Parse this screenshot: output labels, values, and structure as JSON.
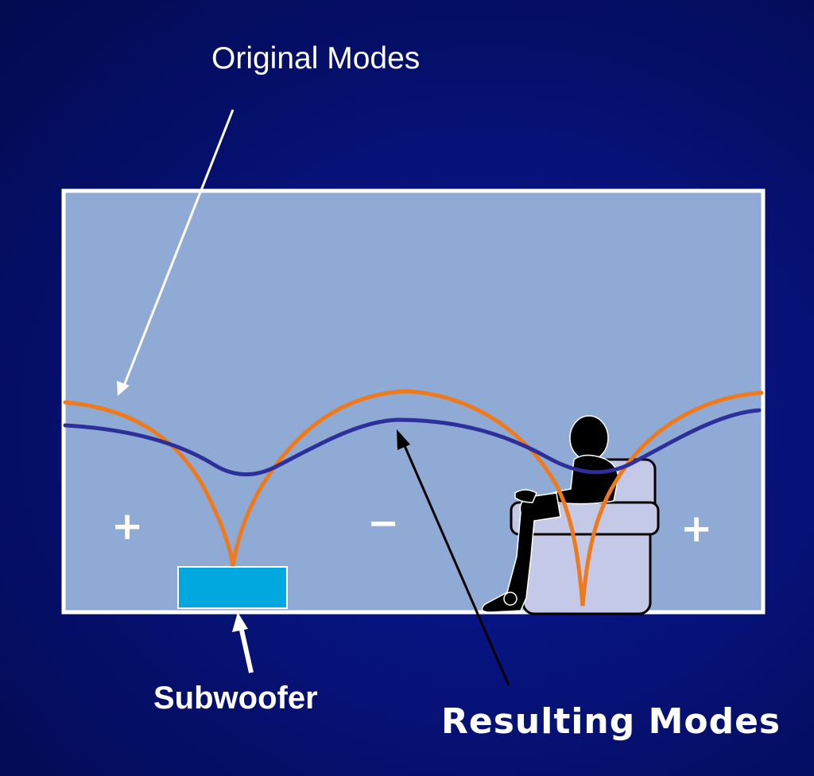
{
  "labels": {
    "original_modes": "Original Modes",
    "subwoofer": "Subwoofer",
    "resulting_modes": "Resulting Modes"
  },
  "signs": {
    "left": "+",
    "middle": "−",
    "right": "+"
  },
  "colors": {
    "background": "#061278",
    "room_fill": "#8faad4",
    "room_border": "#ffffff",
    "original_modes_curve": "#f07a1a",
    "resulting_modes_curve": "#2d2f9a",
    "subwoofer": "#00a8e0",
    "chair": "#c3c9e6",
    "person": "#000000"
  },
  "icons": [
    "subwoofer-box",
    "listener-in-armchair"
  ]
}
